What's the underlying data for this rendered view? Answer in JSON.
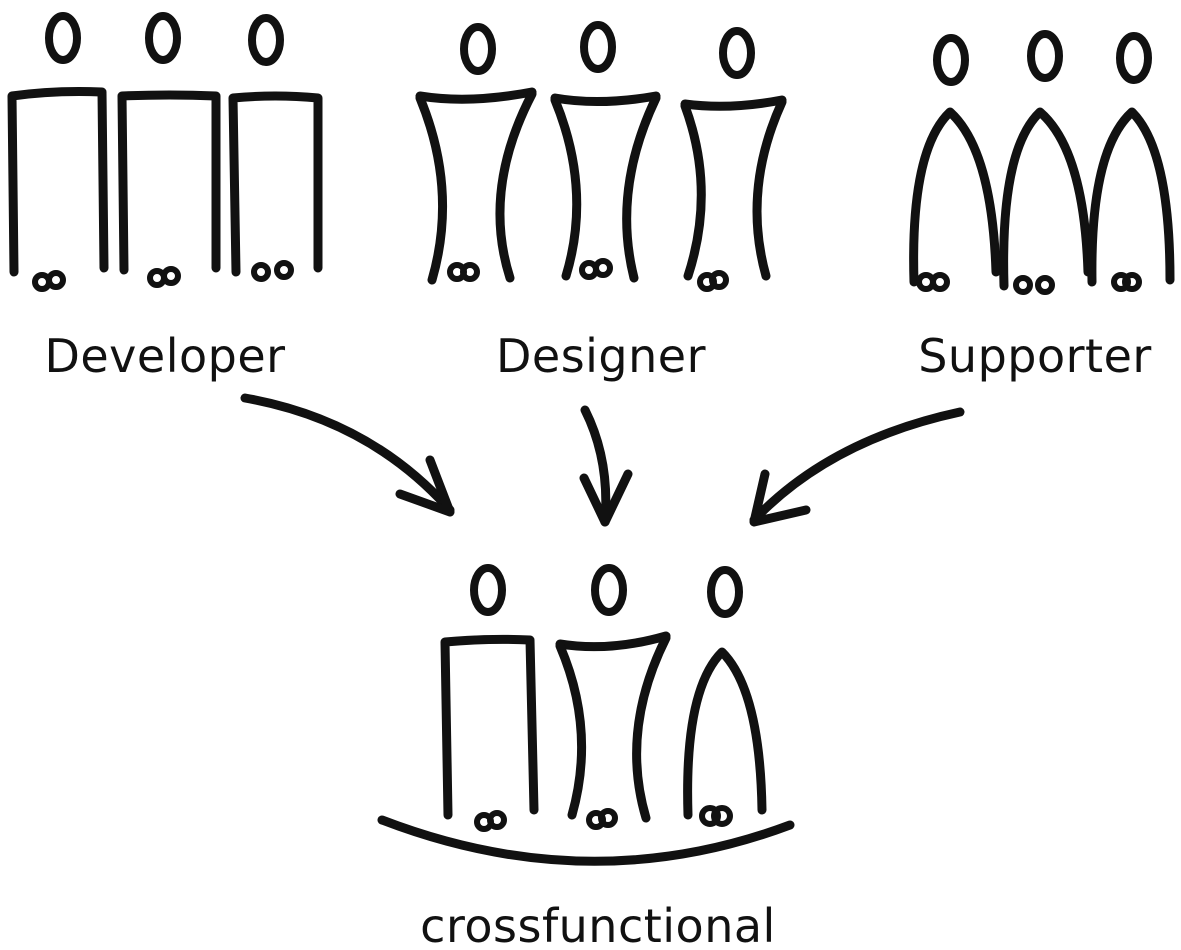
{
  "groups": [
    {
      "label": "Developer"
    },
    {
      "label": "Designer"
    },
    {
      "label": "Supporter"
    }
  ],
  "team": {
    "label": "crossfunctional"
  },
  "ink_color": "#111111",
  "background_color": "#ffffff"
}
